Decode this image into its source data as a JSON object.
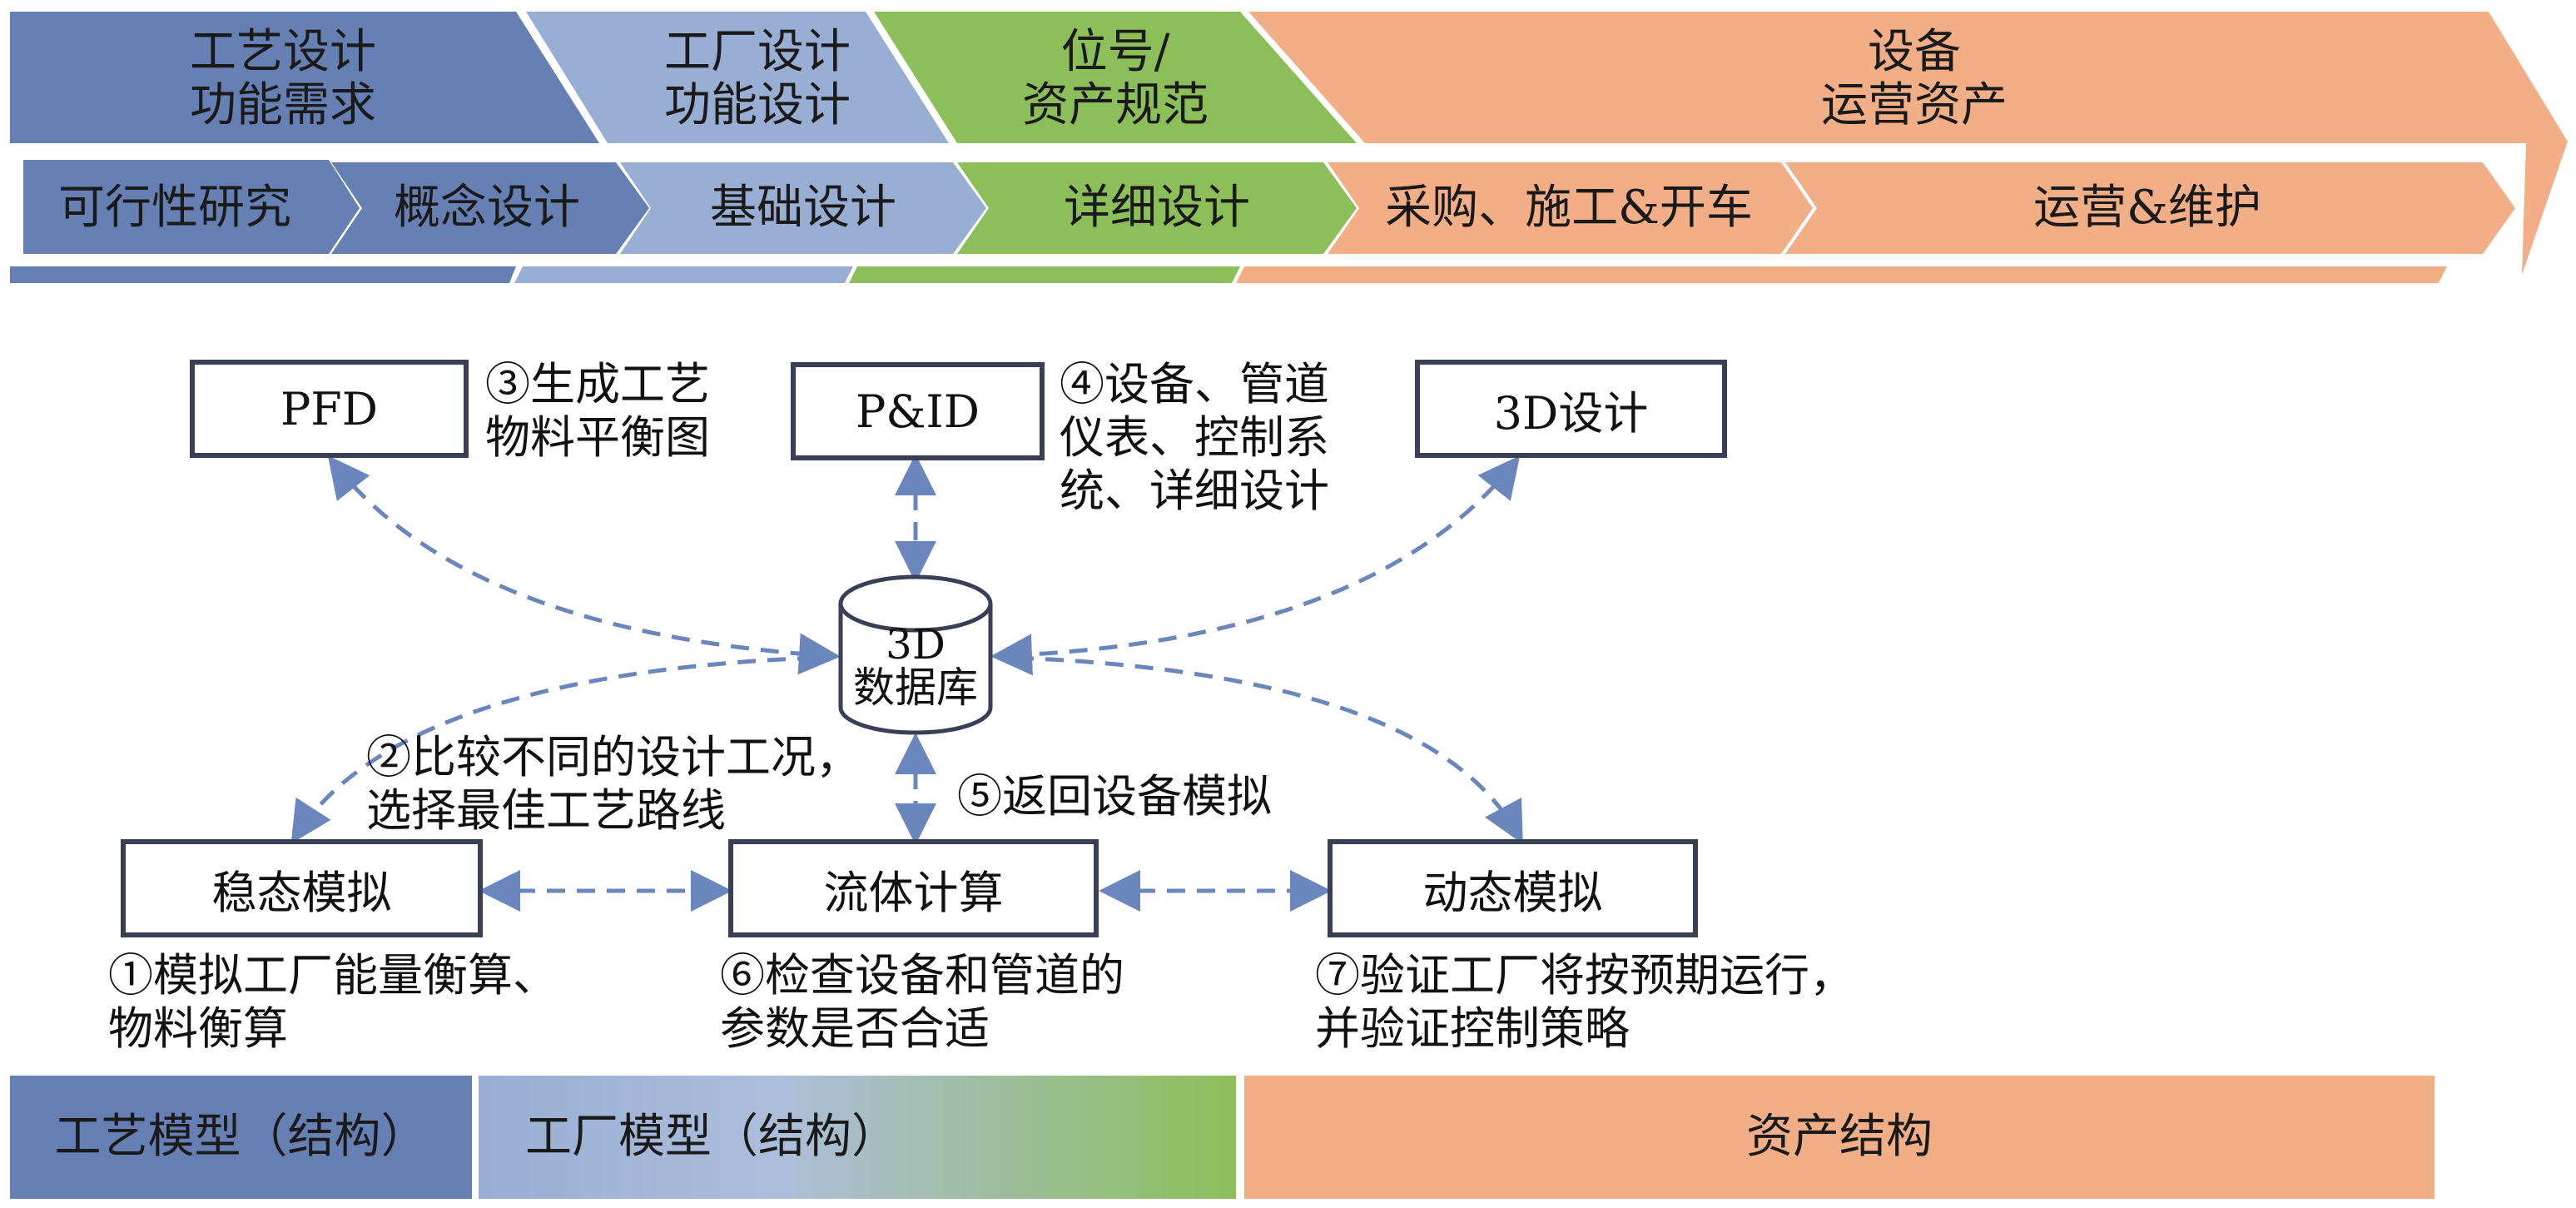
{
  "colors": {
    "process_blue": "#6680b4",
    "plant_blue": "#98aed3",
    "tag_green": "#8cbf5a",
    "asset_orange": "#f1ae87",
    "arrow_blue": "#6a86bd",
    "box_border": "#3a3f55"
  },
  "top_band": [
    {
      "line1": "工艺设计",
      "line2": "功能需求"
    },
    {
      "line1": "工厂设计",
      "line2": "功能设计"
    },
    {
      "line1": "位号/",
      "line2": "资产规范"
    },
    {
      "line1": "设备",
      "line2": "运营资产"
    }
  ],
  "phases": [
    "可行性研究",
    "概念设计",
    "基础设计",
    "详细设计",
    "采购、施工&开车",
    "运营&维护"
  ],
  "top_boxes": {
    "pfd": "PFD",
    "pid": "P&ID",
    "design3d": "3D设计"
  },
  "database": {
    "line1": "3D",
    "line2": "数据库"
  },
  "bottom_boxes": {
    "steady": "稳态模拟",
    "fluid": "流体计算",
    "dynamic": "动态模拟"
  },
  "notes": {
    "n3": [
      "③生成工艺",
      "物料平衡图"
    ],
    "n4": [
      "④设备、管道",
      "仪表、控制系",
      "统、详细设计"
    ],
    "n2": [
      "②比较不同的设计工况，",
      "选择最佳工艺路线"
    ],
    "n5": [
      "⑤返回设备模拟"
    ],
    "n1": [
      "①模拟工厂能量衡算、",
      "物料衡算"
    ],
    "n6": [
      "⑥检查设备和管道的",
      "参数是否合适"
    ],
    "n7": [
      "⑦验证工厂将按预期运行，",
      "并验证控制策略"
    ]
  },
  "bottom_band": [
    "工艺模型（结构）",
    "工厂模型（结构）",
    "资产结构"
  ]
}
